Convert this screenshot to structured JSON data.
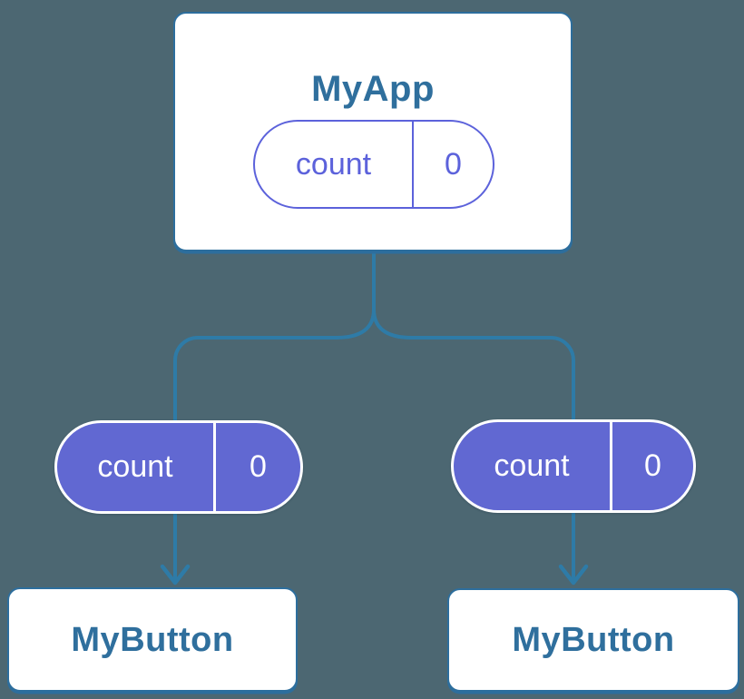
{
  "colors": {
    "bg": "#4C6772",
    "node_border": "#2D6E9D",
    "node_text": "#2F6F9D",
    "connector": "#2E7BA7",
    "state_purple": "#5C62DB",
    "state_fill": "#6168D2",
    "white": "#FFFFFF"
  },
  "tree": {
    "root": {
      "title": "MyApp",
      "state": {
        "name": "count",
        "value": "0"
      }
    },
    "children": [
      {
        "title": "MyButton",
        "state": {
          "name": "count",
          "value": "0"
        }
      },
      {
        "title": "MyButton",
        "state": {
          "name": "count",
          "value": "0"
        }
      }
    ]
  }
}
